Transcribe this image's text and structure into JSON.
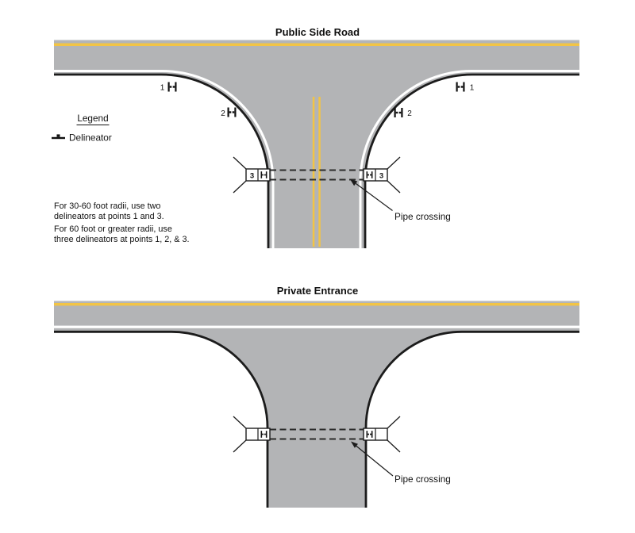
{
  "colors": {
    "pavement": "#b3b4b6",
    "centerline_yellow": "#f2c445",
    "edge_black": "#1c1c1c",
    "marking_white": "#ffffff"
  },
  "legend": {
    "title": "Legend",
    "delineator_label": "Delineator"
  },
  "notes": {
    "note1_line1": "For 30-60 foot radii, use two",
    "note1_line2": "delineators at points 1 and 3.",
    "note2_line1": "For 60 foot or greater radii, use",
    "note2_line2": "three delineators at points 1, 2, & 3."
  },
  "top_diagram": {
    "title": "Public Side Road",
    "marker_labels": {
      "point1": "1",
      "point2": "2",
      "point3": "3"
    },
    "pipe_crossing_label": "Pipe crossing"
  },
  "bottom_diagram": {
    "title": "Private Entrance",
    "pipe_crossing_label": "Pipe crossing"
  }
}
